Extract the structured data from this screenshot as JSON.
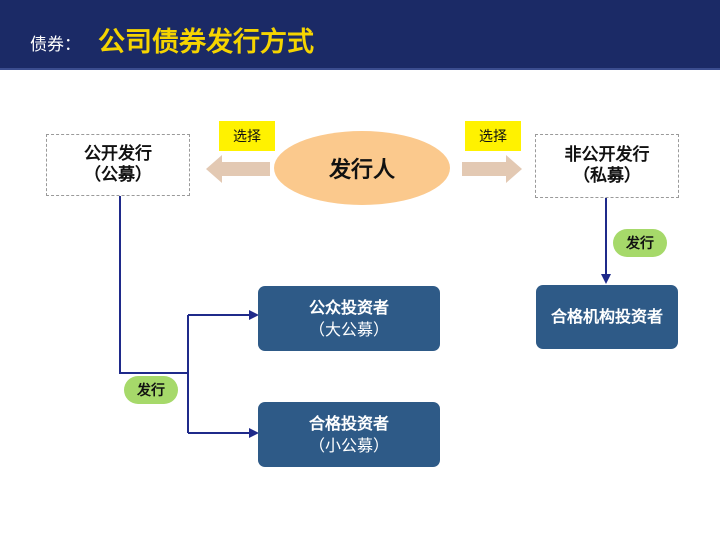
{
  "header": {
    "prefix": "债券：",
    "title": "公司债券发行方式"
  },
  "diagram": {
    "issuer": "发行人",
    "public_issue": {
      "line1": "公开发行",
      "line2": "（公募）"
    },
    "private_issue": {
      "line1": "非公开发行",
      "line2": "（私募）"
    },
    "choose_left": "选择",
    "choose_right": "选择",
    "issue_left": "发行",
    "issue_right": "发行",
    "public_investors": {
      "line1": "公众投资者",
      "line2": "（大公募）"
    },
    "qualified_investors": {
      "line1": "合格投资者",
      "line2": "（小公募）"
    },
    "institutional_investors": "合格机构投资者"
  },
  "colors": {
    "header_bg": "#1b2a66",
    "title_yellow": "#f5d400",
    "issuer_fill": "#fbc98d",
    "callout_yellow": "#fff200",
    "pill_green": "#a6d96a",
    "box_blue": "#2e5a87",
    "connector_navy": "#1f2a8a",
    "arrow_tan": "#e3c9b3"
  }
}
